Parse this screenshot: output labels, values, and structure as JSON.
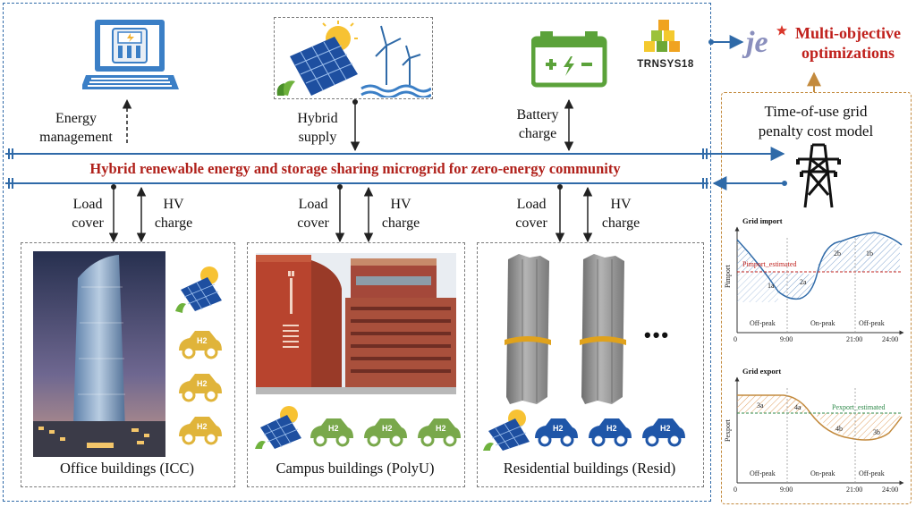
{
  "top": {
    "energy_management": [
      "Energy",
      "management"
    ],
    "hybrid_supply": [
      "Hybrid",
      "supply"
    ],
    "battery_charge": [
      "Battery",
      "charge"
    ],
    "trnsys_label": "TRNSYS18",
    "je_logo": "je",
    "multi_objective": [
      "Multi-objective",
      "optimizations"
    ]
  },
  "banner": "Hybrid renewable energy and storage sharing microgrid for zero-energy community",
  "penalty_model": [
    "Time-of-use grid",
    "penalty cost model"
  ],
  "connectors": {
    "load_cover": [
      "Load",
      "cover"
    ],
    "hv_charge": [
      "HV",
      "charge"
    ]
  },
  "buildings": [
    {
      "label": "Office buildings (ICC)",
      "h2_badge": "H2"
    },
    {
      "label": "Campus buildings (PolyU)",
      "h2_badge": "H2"
    },
    {
      "label": "Residential buildings (Resid)",
      "h2_badge": "H2",
      "more": "•••"
    }
  ],
  "grid_import": {
    "title": "Grid import",
    "ylabel": "Pimport",
    "estimated_label": "Pimport_estimated",
    "regions": [
      "1a",
      "2a",
      "2b",
      "1b"
    ],
    "periods": [
      "Off-peak",
      "On-peak",
      "Off-peak"
    ],
    "xticks": [
      "0",
      "9:00",
      "21:00",
      "24:00"
    ]
  },
  "grid_export": {
    "title": "Grid export",
    "ylabel": "Pexport",
    "estimated_label": "Pexport_estimated",
    "regions": [
      "3a",
      "4a",
      "4b",
      "3b"
    ],
    "periods": [
      "Off-peak",
      "On-peak",
      "Off-peak"
    ],
    "xticks": [
      "0",
      "9:00",
      "21:00",
      "24:00"
    ]
  },
  "colors": {
    "line_blue": "#2f6aa8",
    "banner_red": "#b0201a",
    "frame_orange": "#c38a3d",
    "car_gold": "#e0b43a",
    "car_green": "#79a84b",
    "car_blue": "#1f56a8"
  }
}
